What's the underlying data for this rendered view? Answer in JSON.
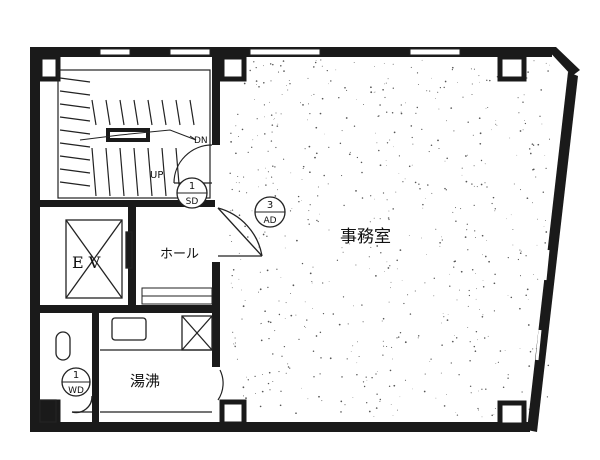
{
  "labels": {
    "office": "事務室",
    "hall": "ホール",
    "kitchen": "湯沸",
    "elevator": "E V",
    "stair_up": "UP",
    "stair_down": "DN"
  },
  "tags": {
    "sd": {
      "top": "1",
      "bottom": "SD"
    },
    "ad": {
      "top": "3",
      "bottom": "AD"
    },
    "wd": {
      "top": "1",
      "bottom": "WD"
    }
  },
  "colors": {
    "wall": "#1a1a1a",
    "line": "#222222",
    "speckle": "#555555",
    "paper": "#ffffff"
  }
}
